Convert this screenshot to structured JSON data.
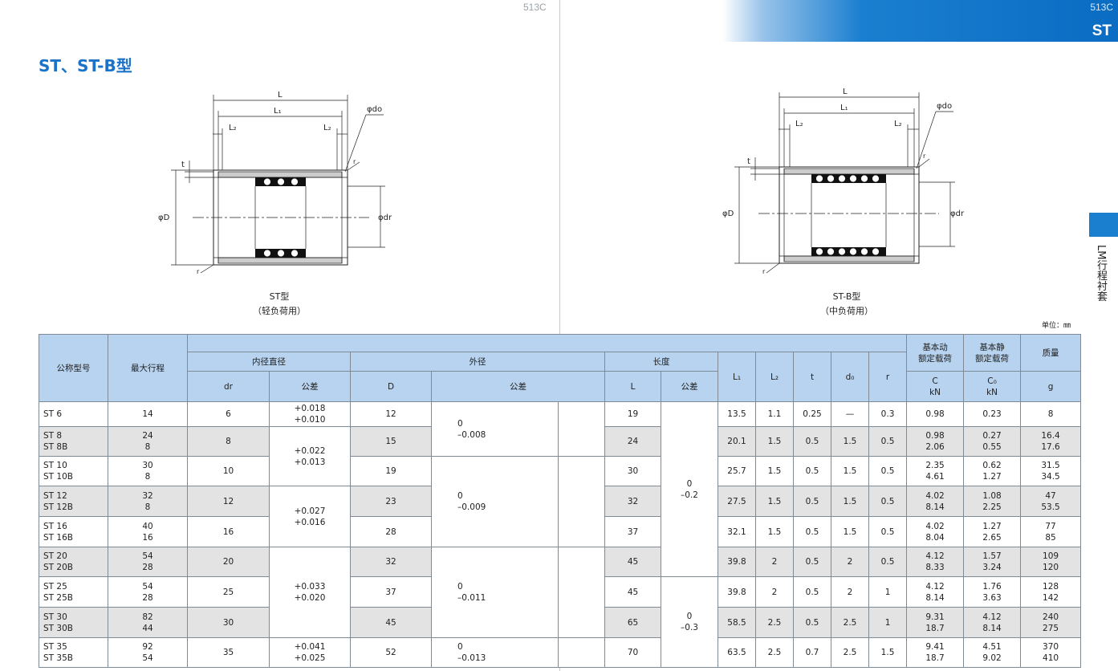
{
  "page": {
    "left_page_number": "513C",
    "right_page_number": "513C",
    "section_code": "ST",
    "title": "ST、ST-B型",
    "side_tab": "LM行程衬套",
    "unit_label": "单位：㎜"
  },
  "figures": [
    {
      "caption": "ST型",
      "subcaption": "（轻负荷用）",
      "labels": {
        "L": "L",
        "L1": "L₁",
        "L2a": "L₂",
        "L2b": "L₂",
        "do": "φdo",
        "t": "t",
        "D": "φD",
        "dr": "φdr",
        "r1": "r",
        "r2": "r"
      },
      "balls_per_row": 3
    },
    {
      "caption": "ST-B型",
      "subcaption": "（中负荷用）",
      "labels": {
        "L": "L",
        "L1": "L₁",
        "L2a": "L₂",
        "L2b": "L₂",
        "do": "φdo",
        "t": "t",
        "D": "φD",
        "dr": "φdr",
        "r1": "r",
        "r2": "r"
      },
      "balls_per_row": 6
    }
  ],
  "table": {
    "headers": {
      "model": "公称型号",
      "stroke": "最大行程",
      "inner_dia": "内径直径",
      "outer_dia": "外径",
      "length": "长度",
      "dr": "dr",
      "tol1": "公差",
      "D": "D",
      "tol2": "公差",
      "L": "L",
      "tol3": "公差",
      "L1": "L₁",
      "L2": "L₂",
      "t": "t",
      "do": "d₀",
      "r": "r",
      "dyn_load": "基本动\n额定载荷",
      "dyn_sym": "C\nkN",
      "stat_load": "基本静\n额定载荷",
      "stat_sym": "C₀\nkN",
      "mass": "质量",
      "mass_unit": "g"
    },
    "tolerances": {
      "dr_6": "+0.018\n+0.010",
      "dr_8_10": "+0.022\n+0.013",
      "dr_12_16": "+0.027\n+0.016",
      "dr_20_30": "+0.033\n+0.020",
      "dr_35": "+0.041\n+0.025",
      "D_12_15": "0\n–0.008",
      "D_19_28": "0\n–0.009",
      "D_32_45": "0\n–0.011",
      "D_52": "0\n–0.013",
      "L_6_20": "0\n–0.2",
      "L_25_35": "0\n–0.3"
    },
    "rows": [
      {
        "model": "ST 6",
        "stroke": "14",
        "dr": "6",
        "D": "12",
        "L": "19",
        "L1": "13.5",
        "L2": "1.1",
        "t": "0.25",
        "do": "—",
        "r": "0.3",
        "C": "0.98",
        "C0": "0.23",
        "mass": "8"
      },
      {
        "model": "ST 8\nST 8B",
        "stroke": "24\n8",
        "dr": "8",
        "D": "15",
        "L": "24",
        "L1": "20.1",
        "L2": "1.5",
        "t": "0.5",
        "do": "1.5",
        "r": "0.5",
        "C": "0.98\n2.06",
        "C0": "0.27\n0.55",
        "mass": "16.4\n17.6"
      },
      {
        "model": "ST 10\nST 10B",
        "stroke": "30\n8",
        "dr": "10",
        "D": "19",
        "L": "30",
        "L1": "25.7",
        "L2": "1.5",
        "t": "0.5",
        "do": "1.5",
        "r": "0.5",
        "C": "2.35\n4.61",
        "C0": "0.62\n1.27",
        "mass": "31.5\n34.5"
      },
      {
        "model": "ST 12\nST 12B",
        "stroke": "32\n8",
        "dr": "12",
        "D": "23",
        "L": "32",
        "L1": "27.5",
        "L2": "1.5",
        "t": "0.5",
        "do": "1.5",
        "r": "0.5",
        "C": "4.02\n8.14",
        "C0": "1.08\n2.25",
        "mass": "47\n53.5"
      },
      {
        "model": "ST 16\nST 16B",
        "stroke": "40\n16",
        "dr": "16",
        "D": "28",
        "L": "37",
        "L1": "32.1",
        "L2": "1.5",
        "t": "0.5",
        "do": "1.5",
        "r": "0.5",
        "C": "4.02\n8.04",
        "C0": "1.27\n2.65",
        "mass": "77\n85"
      },
      {
        "model": "ST 20\nST 20B",
        "stroke": "54\n28",
        "dr": "20",
        "D": "32",
        "L": "45",
        "L1": "39.8",
        "L2": "2",
        "t": "0.5",
        "do": "2",
        "r": "0.5",
        "C": "4.12\n8.33",
        "C0": "1.57\n3.24",
        "mass": "109\n120"
      },
      {
        "model": "ST 25\nST 25B",
        "stroke": "54\n28",
        "dr": "25",
        "D": "37",
        "L": "45",
        "L1": "39.8",
        "L2": "2",
        "t": "0.5",
        "do": "2",
        "r": "1",
        "C": "4.12\n8.14",
        "C0": "1.76\n3.63",
        "mass": "128\n142"
      },
      {
        "model": "ST 30\nST 30B",
        "stroke": "82\n44",
        "dr": "30",
        "D": "45",
        "L": "65",
        "L1": "58.5",
        "L2": "2.5",
        "t": "0.5",
        "do": "2.5",
        "r": "1",
        "C": "9.31\n18.7",
        "C0": "4.12\n8.14",
        "mass": "240\n275"
      },
      {
        "model": "ST 35\nST 35B",
        "stroke": "92\n54",
        "dr": "35",
        "D": "52",
        "L": "70",
        "L1": "63.5",
        "L2": "2.5",
        "t": "0.7",
        "do": "2.5",
        "r": "1.5",
        "C": "9.41\n18.7",
        "C0": "4.51\n9.02",
        "mass": "370\n410"
      }
    ]
  }
}
